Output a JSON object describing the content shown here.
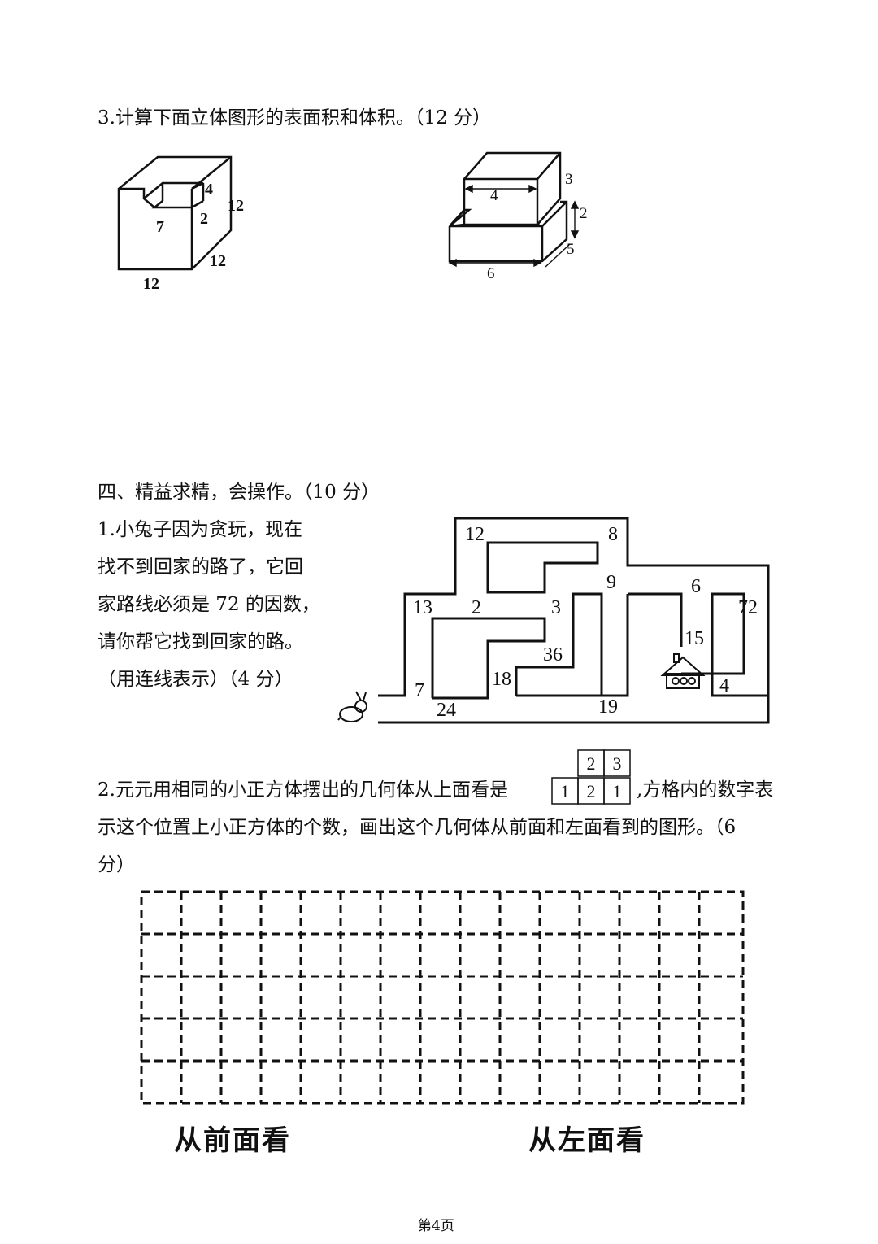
{
  "section3": {
    "question": "3.计算下面立体图形的表面积和体积。（12 分）",
    "fig1_labels": [
      "4",
      "12",
      "7",
      "2",
      "12",
      "12"
    ],
    "fig2_labels": [
      "3",
      "4",
      "2",
      "5",
      "6"
    ]
  },
  "section4": {
    "heading": "四、精益求精，会操作。（10 分）",
    "q1_lines": [
      "1.小兔子因为贪玩，现在",
      "找不到回家的路了，它回",
      "家路线必须是 72 的因数，",
      "请你帮它找到回家的路。",
      "（用连线表示）（4 分）"
    ],
    "maze_numbers": [
      "12",
      "8",
      "9",
      "6",
      "13",
      "2",
      "3",
      "72",
      "15",
      "36",
      "18",
      "7",
      "4",
      "24",
      "19"
    ],
    "q2_before": "2.元元用相同的小正方体摆出的几何体从上面看是",
    "q2_after": ",方格内的数字表",
    "q2_line2": "示这个位置上小正方体的个数，画出这个几何体从前面和左面看到的图形。（6",
    "q2_line3": "分）",
    "top_view": {
      "top_row": [
        "2",
        "3"
      ],
      "bottom_row": [
        "1",
        "2",
        "1"
      ]
    },
    "grid_labels": [
      "从前面看",
      "从左面看"
    ]
  },
  "footer": "第4页"
}
